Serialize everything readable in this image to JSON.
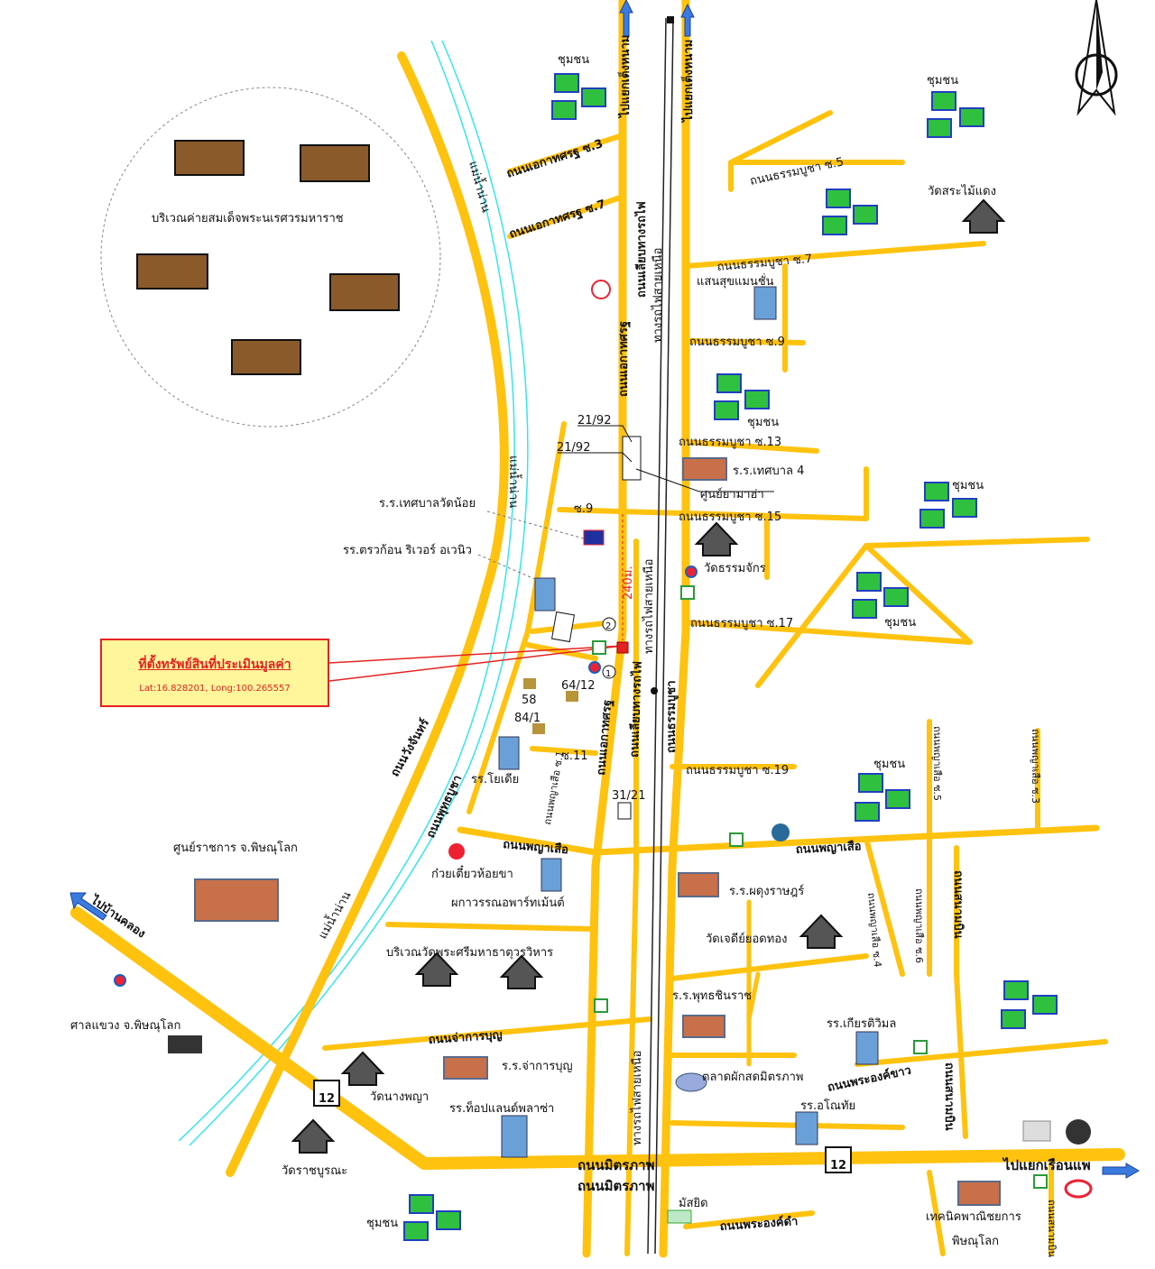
{
  "callout": {
    "title": "ที่ตั้งทรัพย์สินที่ประเมินมูลค่า",
    "coords": "Lat:16.828201, Long:100.265557"
  },
  "distance": "240ม.",
  "markers": {
    "one": "1",
    "two": "2"
  },
  "highway": "12",
  "labels": {
    "camp": "บริเวณค่ายสมเด็จพระนเรศวรมหาราช",
    "river1": "แม่น้ำน่าน",
    "river2": "แม่น้ำน่าน",
    "river3": "แม่น้ำน่าน",
    "ekathot3": "ถนนเอกาทศรฐ ซ.3",
    "ekathot7": "ถนนเอกาทศรฐ ซ.7",
    "ekathot": "ถนนเอกาทศรฐ",
    "ekathot2": "ถนนเอกาทศรฐ",
    "to_north1": "ไปแยกเต็งหนาม",
    "to_north2": "ไปแยกเต็งหนาม",
    "rail_side": "ถนนเลียบทางรถไฟ",
    "rail_side2": "ถนนเลียบทางรถไฟ",
    "rail_north": "ทางรถไฟสายเหนือ",
    "rail_north2": "ทางรถไฟสายเหนือ",
    "rail_north3": "ทางรถไฟสายเหนือ",
    "thammabucha5": "ถนนธรรมบูชา ซ.5",
    "thammabucha7": "ถนนธรรมบูชา ซ.7",
    "thammabucha9": "ถนนธรรมบูชา ซ.9",
    "thammabucha13": "ถนนธรรมบูชา ซ.13",
    "thammabucha15": "ถนนธรรมบูชา ซ.15",
    "thammabucha17": "ถนนธรรมบูชา ซ.17",
    "thammabucha19": "ถนนธรรมบูชา ซ.19",
    "thammabucha": "ถนนธรรมบูชา",
    "community1": "ชุมชน",
    "community2": "ชุมชน",
    "community3": "ชุมชน",
    "community4": "ชุมชน",
    "community5": "ชุมชน",
    "community6": "ชุมชน",
    "community7": "ชุมชน",
    "wat_sa": "วัดสระไม้แดง",
    "sansuk": "แสนสุขแมนชั่น",
    "addr1": "21/92",
    "addr2": "21/92",
    "school4": "ร.ร.เทศบาล 4",
    "yamaha": "ศูนย์ยามาฮ่า",
    "soi9": "ซ.9",
    "wat_thamma": "วัดธรรมจักร",
    "school_watnoi": "ร.ร.เทศบาลวัดน้อย",
    "hotel_river": "รร.ตรวก้อน ริเวอร์ อเวนิว",
    "h58": "58",
    "h6412": "64/12",
    "h841": "84/1",
    "soi11": "ซ.11",
    "soi_pya1": "ถนนพญาเสือ ซ.1",
    "yodia": "รร.โยเดีย",
    "addr3121": "31/21",
    "wangchan": "ถนนวังจันทร์",
    "phutthabucha": "ถนนพุทธบูชา",
    "phaya": "ถนนพญาเสือ",
    "phaya2": "ถนนพญาเสือ",
    "city_hall": "ศูนย์ราชการ จ.พิษณุโลก",
    "noodle": "ก๋วยเตี๋ยวห้อยขา",
    "apartment": "ผกาวรรณอพาร์ทเม้นต์",
    "phadung": "ร.ร.ผดุงราษฎร์",
    "wat_chedi": "วัดเจดีย์ยอดทอง",
    "to_bankhlong": "ไปบ้านคลอง",
    "wat_yai": "บริเวณวัดพระศรีมหาธาตุวรวิหาร",
    "phutthachinnarat": "ร.ร.พุทธชินราช",
    "kiattiwimol": "รร.เกียรติวิมล",
    "court": "ศาลแขวง จ.พิษณุโลก",
    "chamkan_rd": "ถนนจ่าการบุญ",
    "chamkan_school": "ร.ร.จ่าการบุญ",
    "market": "ตลาดผักสดมิตรภาพ",
    "phraongkhao": "ถนนพระองค์ขาว",
    "wat_nangphaya": "วัดนางพญา",
    "topland": "รร.ท็อปแลนด์พลาซ่า",
    "ono": "รร.อโณทัย",
    "wat_ratcha": "วัดราชบูรณะ",
    "mittraphap": "ถนนมิตรภาพ",
    "mittraphap2": "ถนนมิตรภาพ",
    "to_ruean": "ไปแยกเรือนแพ",
    "mosque": "มัสยิด",
    "phraongdam": "ถนนพระองค์ดำ",
    "technic": "เทคนิคพาณิชยการ",
    "technic2": "พิษณุโลก",
    "pya_soi4": "ถนนพญาเสือ ซ.4",
    "pya_soi6": "ถนนพญาเสือ ซ.6",
    "pya_soi5": "ถนนพญาเสือ ซ.5",
    "pya_soi3": "ถนนพญาเสือ ซ.3",
    "sanam": "ถนนสนามบิน",
    "sanam2": "ถนนสนามบิน",
    "sanam3": "ถนนสนามบิน"
  },
  "colors": {
    "road": "#FFC20E",
    "river": "#33E6F0",
    "accent": "#E52222"
  }
}
